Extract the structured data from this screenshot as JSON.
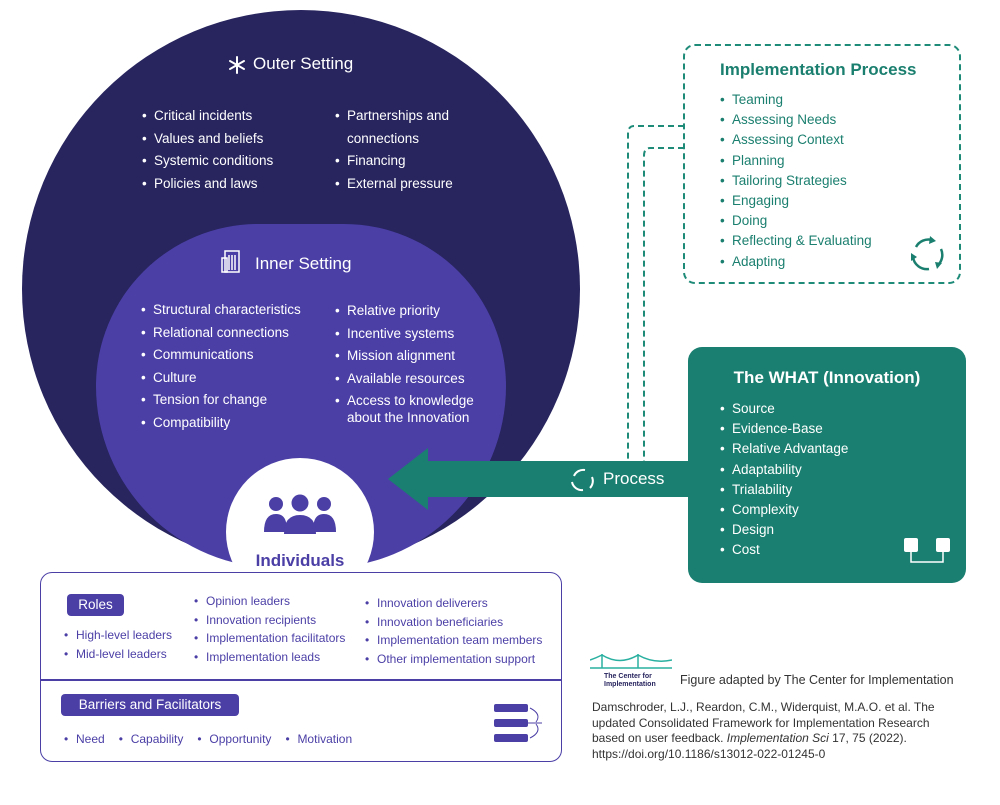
{
  "outer": {
    "title": "Outer Setting",
    "col1": [
      "Critical incidents",
      "Values and beliefs",
      "Systemic conditions",
      "Policies and laws"
    ],
    "col2": [
      "Partnerships and connections",
      "Financing",
      "External pressure"
    ]
  },
  "inner": {
    "title": "Inner Setting",
    "col1": [
      "Structural characteristics",
      "Relational connections",
      "Communications",
      "Culture",
      "Tension for change",
      "Compatibility"
    ],
    "col2": [
      "Relative priority",
      "Incentive systems",
      "Mission alignment",
      "Available resources",
      "Access to knowledge about the Innovation"
    ]
  },
  "individuals": {
    "title": "Individuals"
  },
  "roles": {
    "label": "Roles",
    "col1": [
      "High-level leaders",
      "Mid-level leaders"
    ],
    "col2": [
      "Opinion leaders",
      "Innovation recipients",
      "Implementation facilitators",
      "Implementation leads"
    ],
    "col3": [
      "Innovation deliverers",
      "Innovation beneficiaries",
      "Implementation team members",
      "Other implementation support"
    ]
  },
  "barriers": {
    "label": "Barriers and Facilitators",
    "items": [
      "Need",
      "Capability",
      "Opportunity",
      "Motivation"
    ]
  },
  "implementation": {
    "title": "Implementation Process",
    "items": [
      "Teaming",
      "Assessing Needs",
      "Assessing Context",
      "Planning",
      "Tailoring Strategies",
      "Engaging",
      "Doing",
      "Reflecting & Evaluating",
      "Adapting"
    ]
  },
  "what": {
    "title": "The WHAT (Innovation)",
    "items": [
      "Source",
      "Evidence-Base",
      "Relative Advantage",
      "Adaptability",
      "Trialability",
      "Complexity",
      "Design",
      "Cost"
    ]
  },
  "arrow": {
    "label": "Process"
  },
  "logo": {
    "text": "The Center for Implementation"
  },
  "credit": {
    "adapted": "Figure adapted by The Center for Implementation",
    "citation_pre": "Damschroder, L.J., Reardon, C.M., Widerquist, M.A.O. et al. The updated Consolidated Framework for Implementation Research based on user feedback. ",
    "citation_journal": "Implementation Sci",
    "citation_post": " 17, 75 (2022). https://doi.org/10.1186/s13012-022-01245-0"
  },
  "colors": {
    "outer": "#27245e",
    "inner": "#4b3fa6",
    "teal": "#1a7f70",
    "white": "#ffffff"
  },
  "icons": [
    "snowflake-icon",
    "building-icon",
    "people-icon",
    "cycle-icon",
    "connection-icon",
    "swap-icon"
  ]
}
